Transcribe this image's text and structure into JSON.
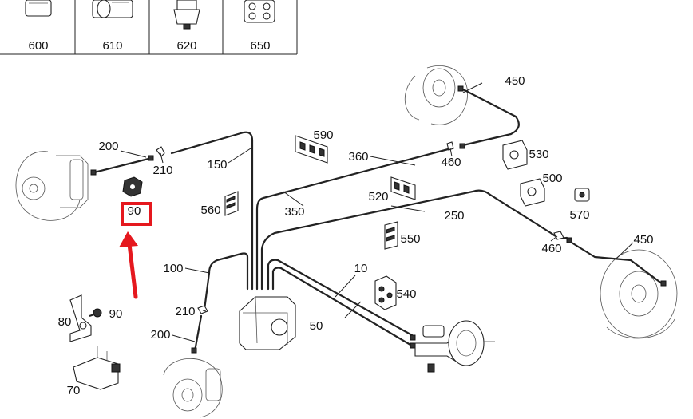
{
  "thumbnail_strip": [
    {
      "number": "600",
      "icon": "short-pipe-icon"
    },
    {
      "number": "610",
      "icon": "pipe-fitting-icon"
    },
    {
      "number": "620",
      "icon": "valve-icon"
    },
    {
      "number": "650",
      "icon": "clip-block-icon"
    }
  ],
  "callouts": {
    "c450a": "450",
    "c590": "590",
    "c360": "360",
    "c460a": "460",
    "c530": "530",
    "c200a": "200",
    "c210a": "210",
    "c150": "150",
    "c90a": "90",
    "c560": "560",
    "c350": "350",
    "c520": "520",
    "c500": "500",
    "c570": "570",
    "c250": "250",
    "c550": "550",
    "c460b": "460",
    "c450b": "450",
    "c100": "100",
    "c10": "10",
    "c540": "540",
    "c80": "80",
    "c90b": "90",
    "c210b": "210",
    "c200b": "200",
    "c50": "50",
    "c70": "70"
  },
  "highlight": {
    "target_callout": "90",
    "color": "#e5181e"
  }
}
